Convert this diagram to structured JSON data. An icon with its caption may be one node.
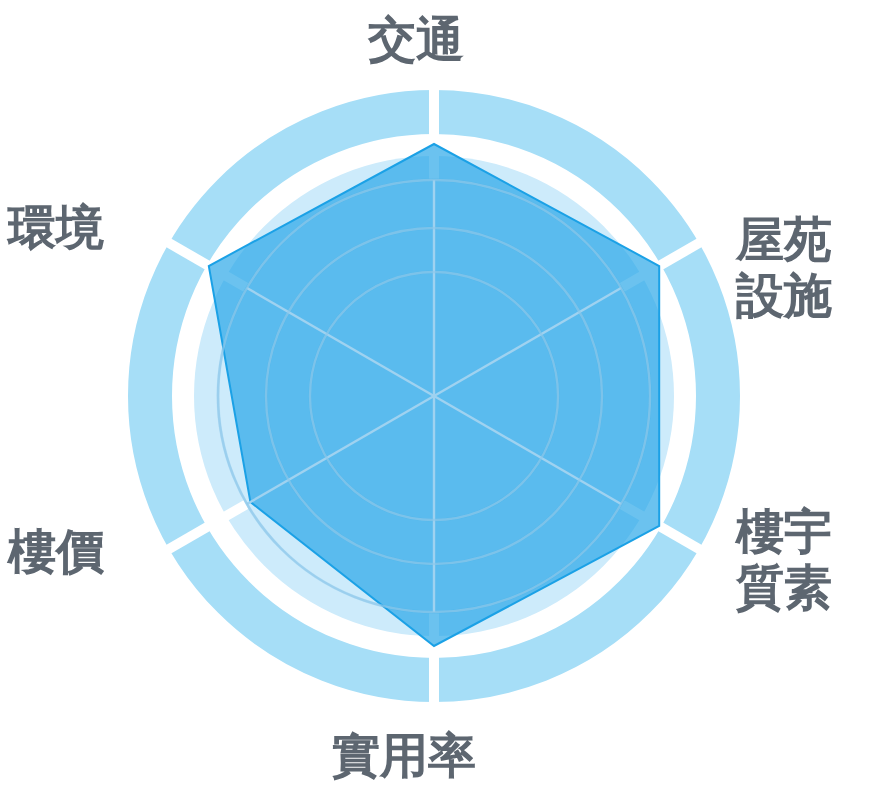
{
  "diagram": {
    "labels": [
      "交通",
      "環境",
      "屋苑設施",
      "樓價",
      "樓宇質素",
      "實用率"
    ]
  }
}
